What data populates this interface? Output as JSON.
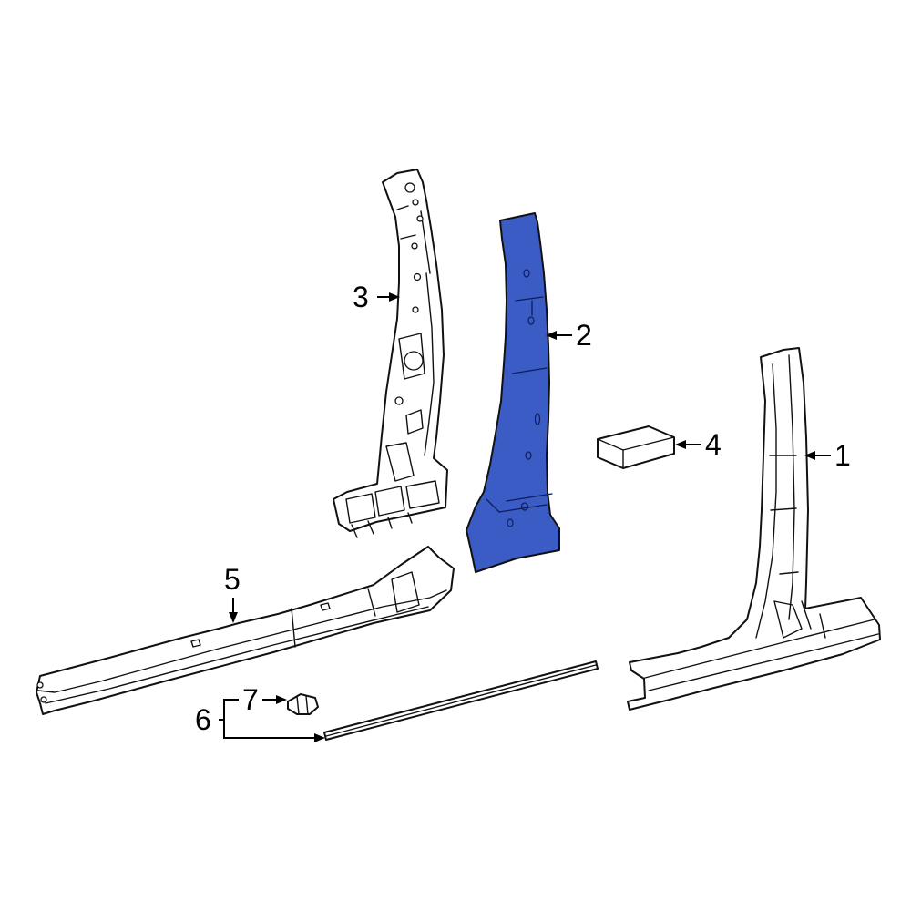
{
  "diagram": {
    "highlight_color": "#3a5cc4",
    "callouts": {
      "c1": "1",
      "c2": "2",
      "c3": "3",
      "c4": "4",
      "c5": "5",
      "c6": "6",
      "c7": "7"
    }
  }
}
